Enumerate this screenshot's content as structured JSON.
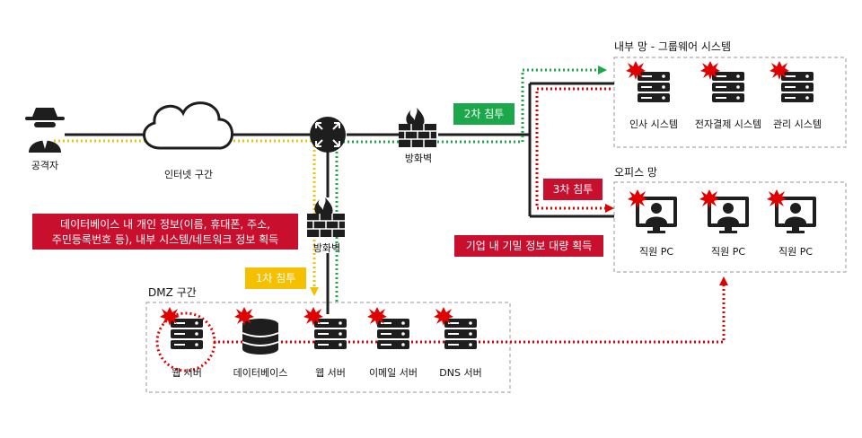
{
  "colors": {
    "red": "#e00000",
    "green": "#1aa84a",
    "yellow": "#f5c000",
    "dark": "#1e1e1e",
    "banner_red": "#c8102e",
    "banner_green": "#1aa84a",
    "banner_yellow": "#f5c000"
  },
  "nodes": {
    "attacker": "공격자",
    "internet": "인터넷 구간",
    "firewall_top": "방화벽",
    "firewall_mid": "방화벽"
  },
  "zones": {
    "internal": {
      "title": "내부 망 - 그룹웨어 시스템",
      "systems": [
        "인사 시스템",
        "전자결제 시스템",
        "관리 시스템"
      ]
    },
    "office": {
      "title": "오피스 망",
      "pcs": [
        "직원 PC",
        "직원 PC",
        "직원 PC"
      ]
    },
    "dmz": {
      "title": "DMZ 구간",
      "servers": [
        "웹 서버",
        "데이터베이스",
        "웹 서버",
        "이메일 서버",
        "DNS 서버"
      ]
    }
  },
  "banners": {
    "stage1": "1차 침투",
    "stage2": "2차 침투",
    "stage3": "3차 침투",
    "db_leak_line1": "데이터베이스 내 개인 정보(이름, 휴대폰, 주소,",
    "db_leak_line2": "주민등록번호 등), 내부 시스템/네트워크 정보 획득",
    "corp_leak": "기업 내 기밀 정보 대량 획득"
  },
  "icons": {
    "attacker": "spy-icon",
    "internet": "cloud-icon",
    "router": "router-icon",
    "firewall": "firewall-icon",
    "server": "server-icon",
    "database": "database-icon",
    "pc": "user-pc-icon",
    "breach": "red-burst-icon"
  }
}
